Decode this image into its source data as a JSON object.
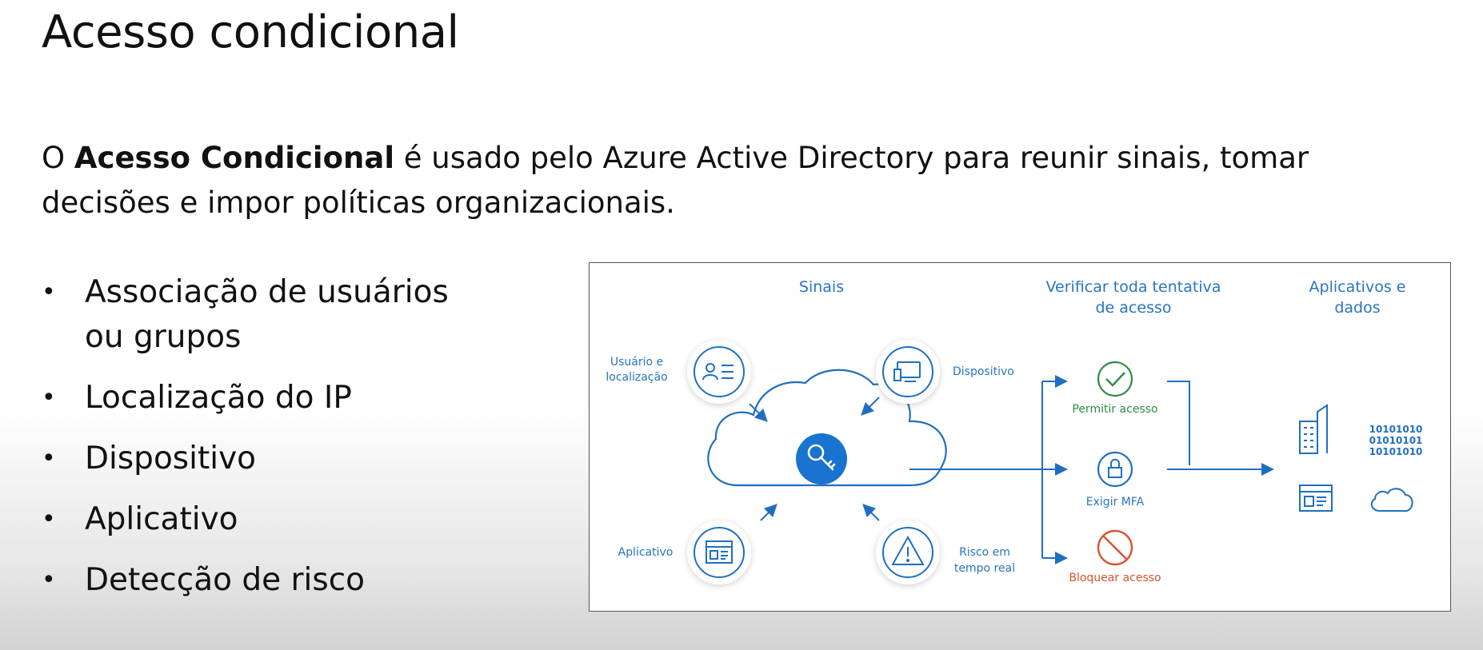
{
  "title": "Acesso condicional",
  "intro": {
    "prefix": "O ",
    "bold": "Acesso Condicional",
    "rest": " é usado pelo Azure Active Directory para reunir sinais, tomar decisões e impor políticas organizacionais."
  },
  "bullets": [
    {
      "line1": "Associação de usuários",
      "line2": "ou grupos"
    },
    {
      "line1": "Localização do IP"
    },
    {
      "line1": "Dispositivo"
    },
    {
      "line1": "Aplicativo"
    },
    {
      "line1": "Detecção de risco"
    }
  ],
  "diagram": {
    "headers": {
      "signals": "Sinais",
      "verify_1": "Verificar toda tentativa",
      "verify_2": "de acesso",
      "apps_1": "Aplicativos e",
      "apps_2": "dados"
    },
    "signals": {
      "user_1": "Usuário e",
      "user_2": "localização",
      "device": "Dispositivo",
      "app": "Aplicativo",
      "risk_1": "Risco em",
      "risk_2": "tempo real"
    },
    "decisions": {
      "allow": "Permitir acesso",
      "mfa": "Exigir MFA",
      "block": "Bloquear acesso"
    },
    "binary": [
      "10101010",
      "01010101",
      "10101010"
    ],
    "colors": {
      "accent": "#1f6fbf",
      "allow": "#2e8b46",
      "block": "#d9532f",
      "text_blue": "#2874c2"
    }
  }
}
